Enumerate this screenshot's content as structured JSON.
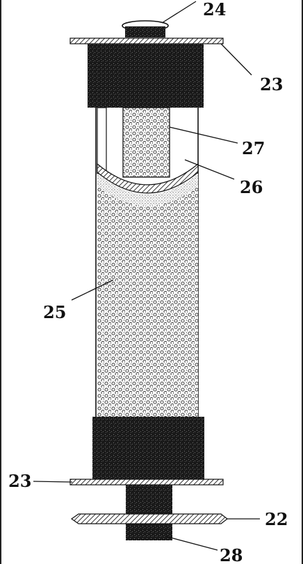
{
  "figure": {
    "labels": {
      "l24": "24",
      "l23_top": "23",
      "l27": "27",
      "l26": "26",
      "l25": "25",
      "l23_bottom": "23",
      "l22": "22",
      "l28": "28"
    },
    "colors": {
      "ink": "#111111",
      "paper": "#ffffff",
      "hatch": "#5a5a5a"
    }
  }
}
